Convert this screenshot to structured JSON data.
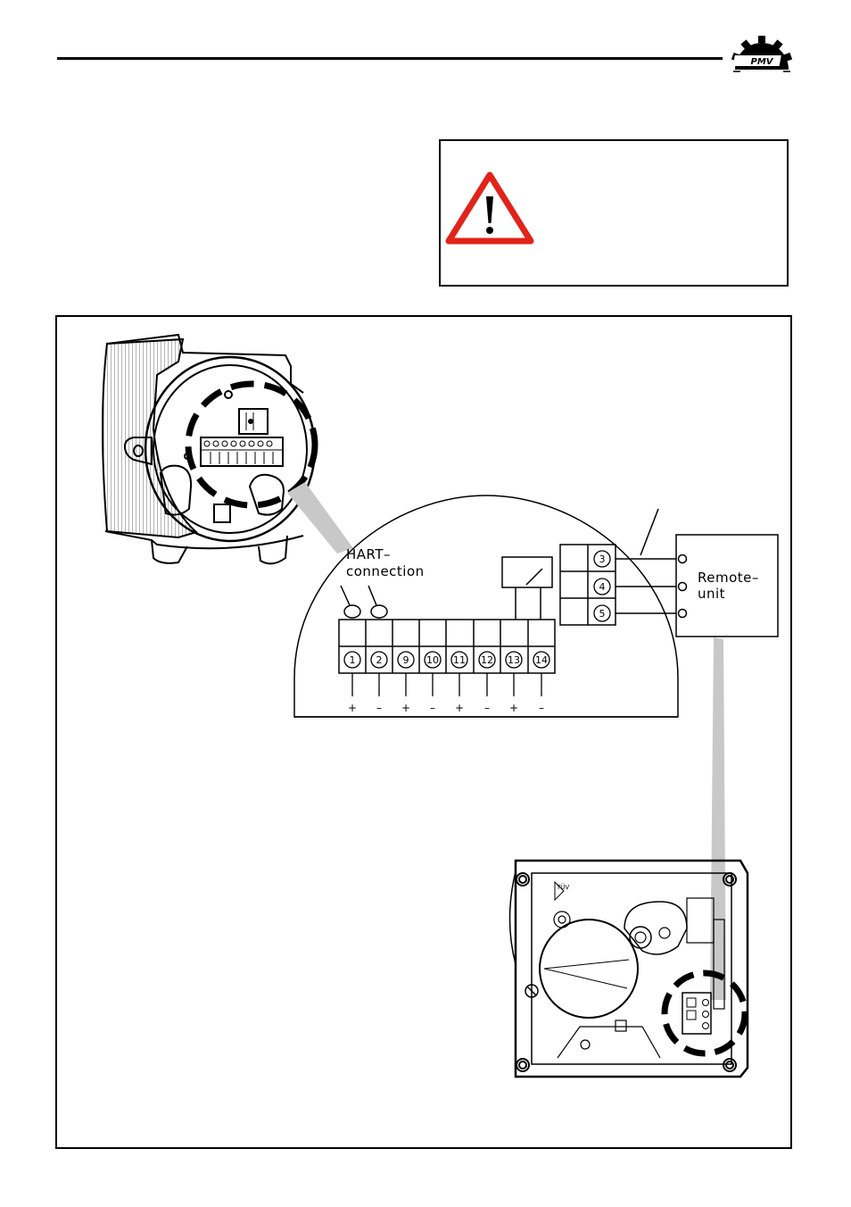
{
  "brand": {
    "logo_text": "PMV"
  },
  "warning": {
    "icon": "warning-triangle-icon",
    "color": "#e2231a"
  },
  "diagram": {
    "hart_label_line1": "HART–",
    "hart_label_line2": "connection",
    "remote_label_line1": "Remote–",
    "remote_label_line2": "unit",
    "terminals": [
      "1",
      "2",
      "9",
      "10",
      "11",
      "12",
      "13",
      "14"
    ],
    "polarities": [
      "+",
      "–",
      "+",
      "–",
      "+",
      "–",
      "+",
      "–"
    ],
    "remote_terminals": [
      "3",
      "4",
      "5"
    ]
  },
  "enclosure": {
    "marking": "TÜV"
  }
}
